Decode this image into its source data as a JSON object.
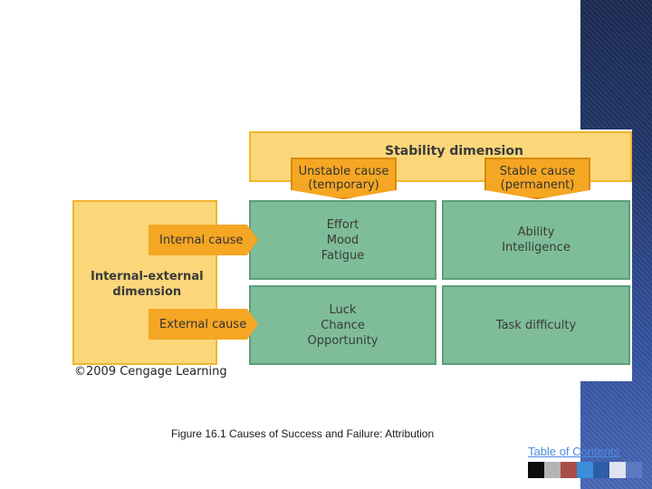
{
  "diagram": {
    "stability_header": "Stability dimension",
    "unstable_cause": "Unstable cause\n(temporary)",
    "stable_cause": "Stable cause\n(permanent)",
    "internal_external": "Internal-external\ndimension",
    "internal_cause": "Internal cause",
    "external_cause": "External cause",
    "cell_internal_unstable": "Effort\nMood\nFatigue",
    "cell_internal_stable": "Ability\nIntelligence",
    "cell_external_unstable": "Luck\nChance\nOpportunity",
    "cell_external_stable": "Task difficulty",
    "copyright": "©2009 Cengage Learning"
  },
  "caption": "Figure 16.1  Causes of Success and Failure: Attribution",
  "toc_link": "Table of Contents",
  "swatches": [
    "#0c0c0c",
    "#b4b4b4",
    "#a94f4a",
    "#3a8fd8",
    "#2f5ea8",
    "#dfe3ee",
    "#5a79c0"
  ],
  "colors": {
    "yellow": "#fbd77a",
    "orange": "#f5a623",
    "green": "#7ebd98"
  }
}
